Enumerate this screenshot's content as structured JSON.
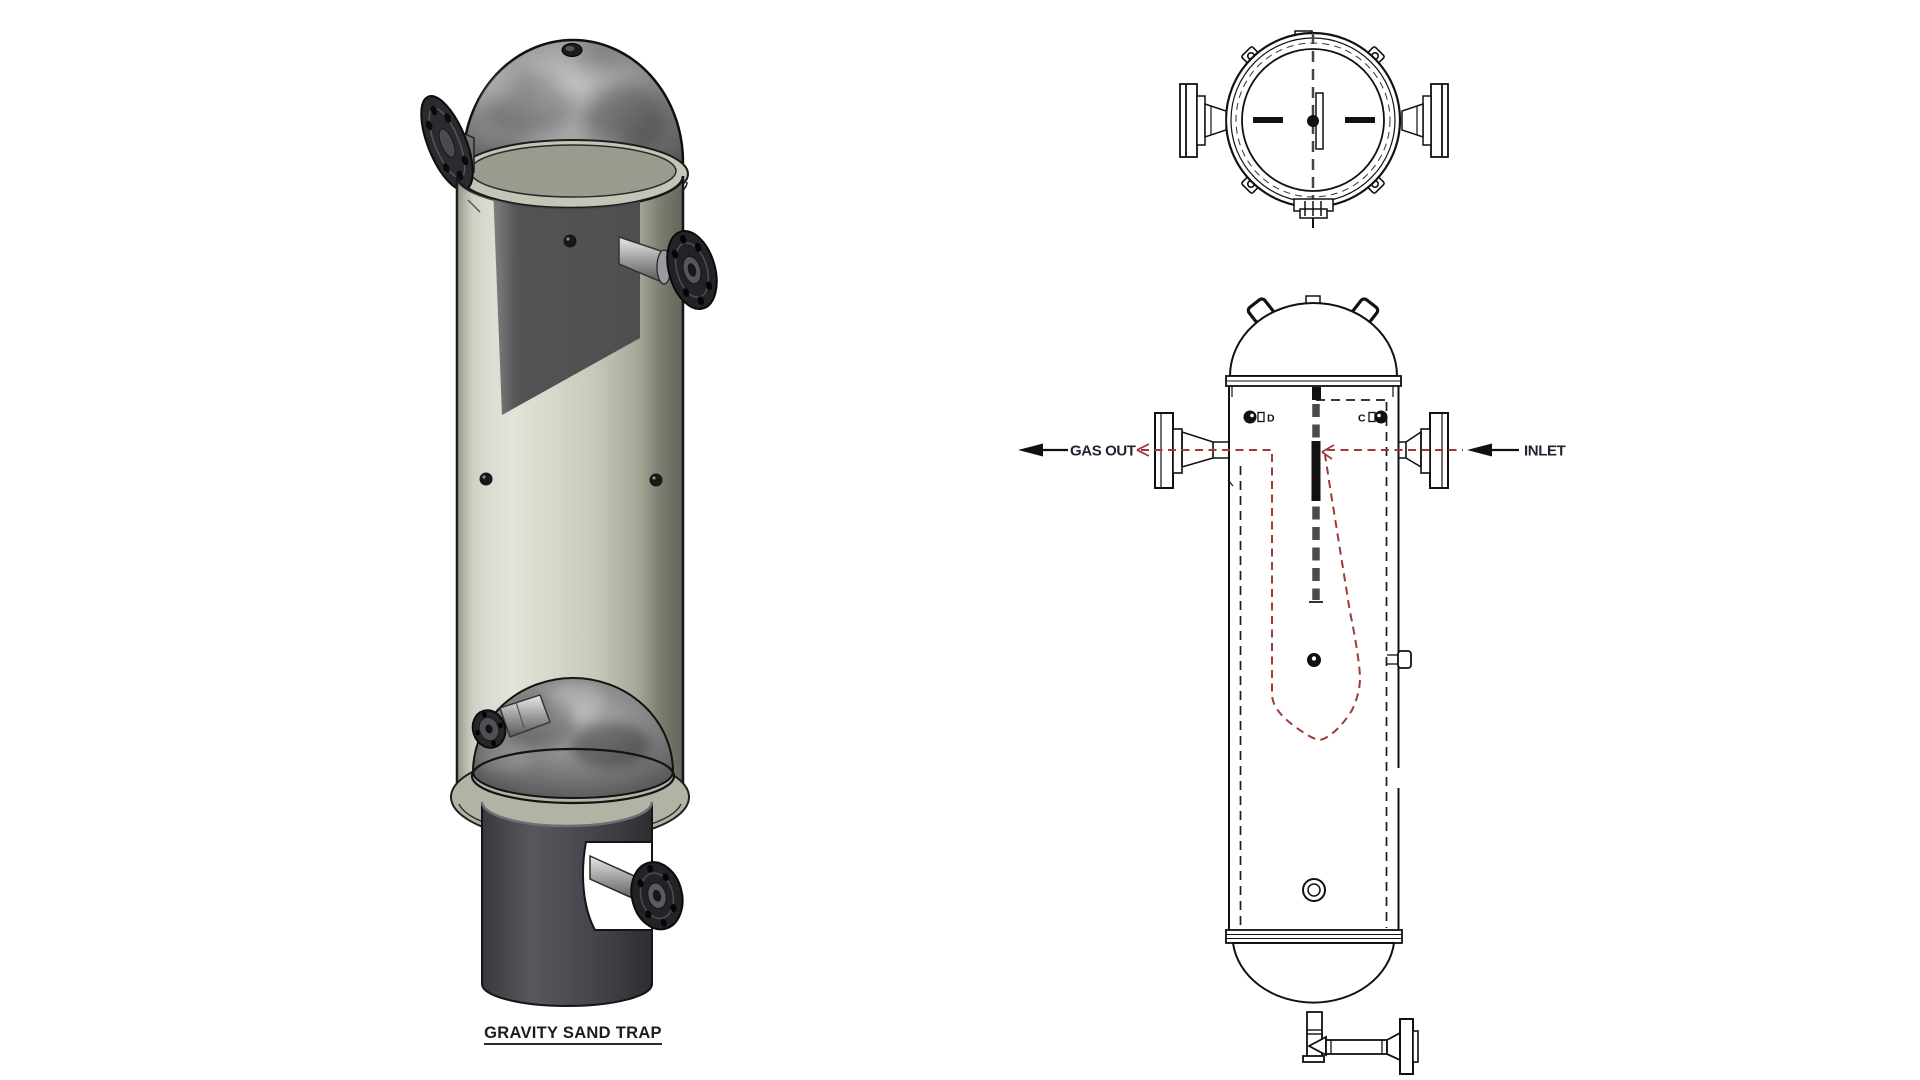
{
  "document": {
    "type": "equipment drawing",
    "background": "#ffffff",
    "line_color": "#141414",
    "hidden_line_color": "#4b4b4b",
    "flow_line_color": "#9e3a38",
    "shell_glass_tint": "#cfcfc2",
    "skirt_color": "#47474c",
    "flange_color": "#232327"
  },
  "isometric_view": {
    "caption": "GRAVITY SAND TRAP"
  },
  "elevation_view": {
    "gas_out_label": "GAS OUT",
    "inlet_label": "INLET",
    "coupling_d_label": "D",
    "coupling_c_label": "C"
  },
  "plan_view": {}
}
